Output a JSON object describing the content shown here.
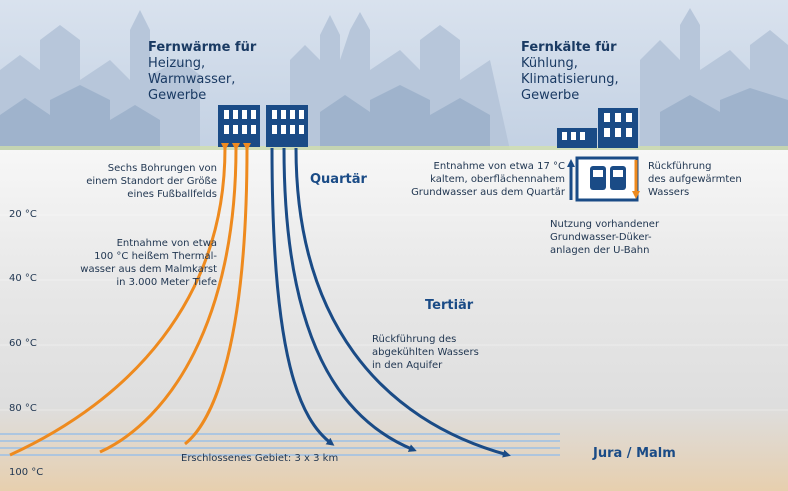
{
  "headings": {
    "heat_title": "Fernwärme für",
    "heat_lines": [
      "Heizung,",
      "Warmwasser,",
      "Gewerbe"
    ],
    "cool_title": "Fernkälte für",
    "cool_lines": [
      "Kühlung,",
      "Klimatisierung,",
      "Gewerbe"
    ]
  },
  "layers": {
    "quartaer": "Quartär",
    "tertiaer": "Tertiär",
    "jura": "Jura / Malm"
  },
  "temperatures": [
    "20 °C",
    "40 °C",
    "60 °C",
    "80 °C",
    "100 °C"
  ],
  "notes": {
    "bohrungen": [
      "Sechs Bohrungen von",
      "einem Standort der Größe",
      "eines Fußballfelds"
    ],
    "entnahme_thermal": [
      "Entnahme von etwa",
      "100 °C heißem Thermal-",
      "wasser aus dem Malmkarst",
      "in 3.000 Meter Tiefe"
    ],
    "rueckfuehrung_kalt": [
      "Rückführung des",
      "abgekühlten Wassers",
      "in den Aquifer"
    ],
    "entnahme_grund": [
      "Entnahme von etwa 17 °C",
      "kaltem, oberflächennahem",
      "Grundwasser aus dem Quartär"
    ],
    "rueckfuehrung_warm": [
      "Rückführung",
      "des aufgewärmten",
      "Wassers"
    ],
    "dueker": [
      "Nutzung vorhandener",
      "Grundwasser-Düker-",
      "anlagen der U-Bahn"
    ],
    "gebiet": "Erschlossenes Gebiet: 3 x 3 km"
  },
  "colors": {
    "hot": "#ee8a1e",
    "cold": "#1a4b86",
    "sky": "#c9d6e6",
    "ground_top": "#ececec",
    "ground_bottom": "#e6d2b8"
  }
}
